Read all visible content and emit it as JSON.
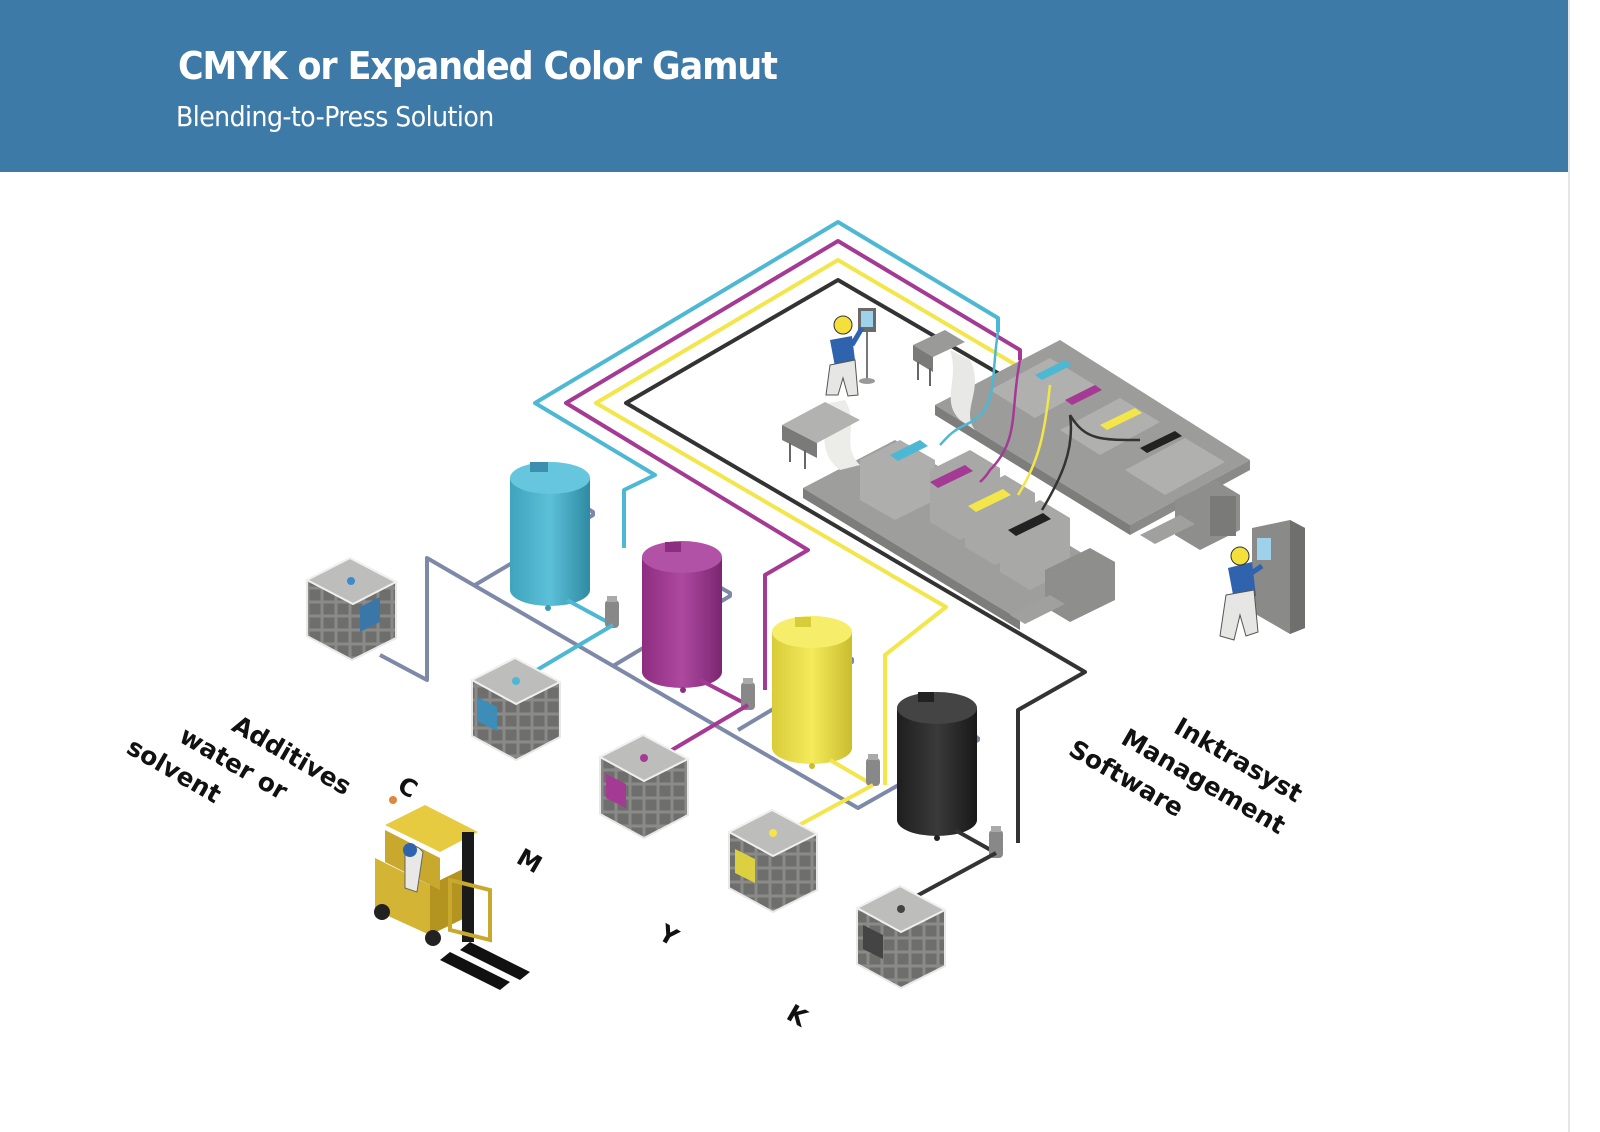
{
  "header": {
    "title": "CMYK or Expanded Color Gamut",
    "subtitle": "Blending-to-Press Solution",
    "background_color": "#3e7aa8"
  },
  "labels": {
    "additives": [
      "Additives",
      "water or",
      "solvent"
    ],
    "software": [
      "Inktrasyst",
      "Management",
      "Software"
    ],
    "channels": {
      "c": "C",
      "m": "M",
      "y": "Y",
      "k": "K"
    }
  },
  "colors": {
    "cyan": "#4db8d4",
    "magenta": "#a43a93",
    "yellow": "#f2e64a",
    "black": "#333333",
    "additive_pipe": "#7d89a6",
    "machine_gray": "#a8a8a6",
    "worker_blue": "#2f63ad",
    "hardhat_yellow": "#f3e03a"
  },
  "components": {
    "storage_tanks": [
      "cyan",
      "magenta",
      "yellow",
      "black"
    ],
    "totes": [
      "additives",
      "cyan",
      "magenta",
      "yellow",
      "black"
    ],
    "presses": [
      "press-1",
      "press-2"
    ],
    "workers": [
      "press-operator",
      "software-operator",
      "forklift-driver"
    ]
  }
}
